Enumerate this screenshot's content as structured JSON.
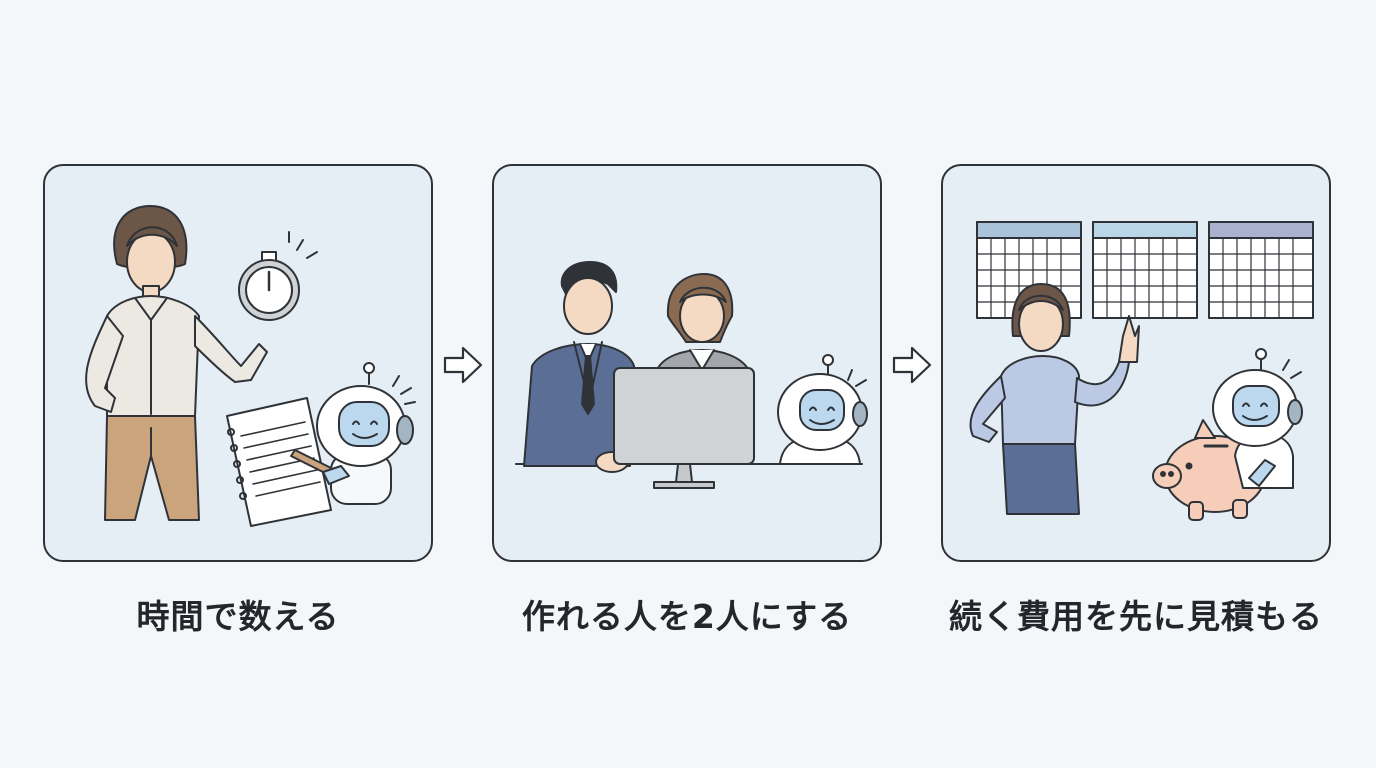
{
  "steps": [
    {
      "caption": "時間で数える",
      "icon": "stopwatch-icon"
    },
    {
      "caption": "作れる人を2人にする",
      "icon": "computer-icon"
    },
    {
      "caption": "続く費用を先に見積もる",
      "icon": "piggy-bank-icon"
    }
  ],
  "colors": {
    "background": "#f3f7fa",
    "panel_fill": "#e4eef4",
    "outline": "#2f3338",
    "robot_face": "#bcd8ee",
    "piggy": "#f5cdb8"
  }
}
